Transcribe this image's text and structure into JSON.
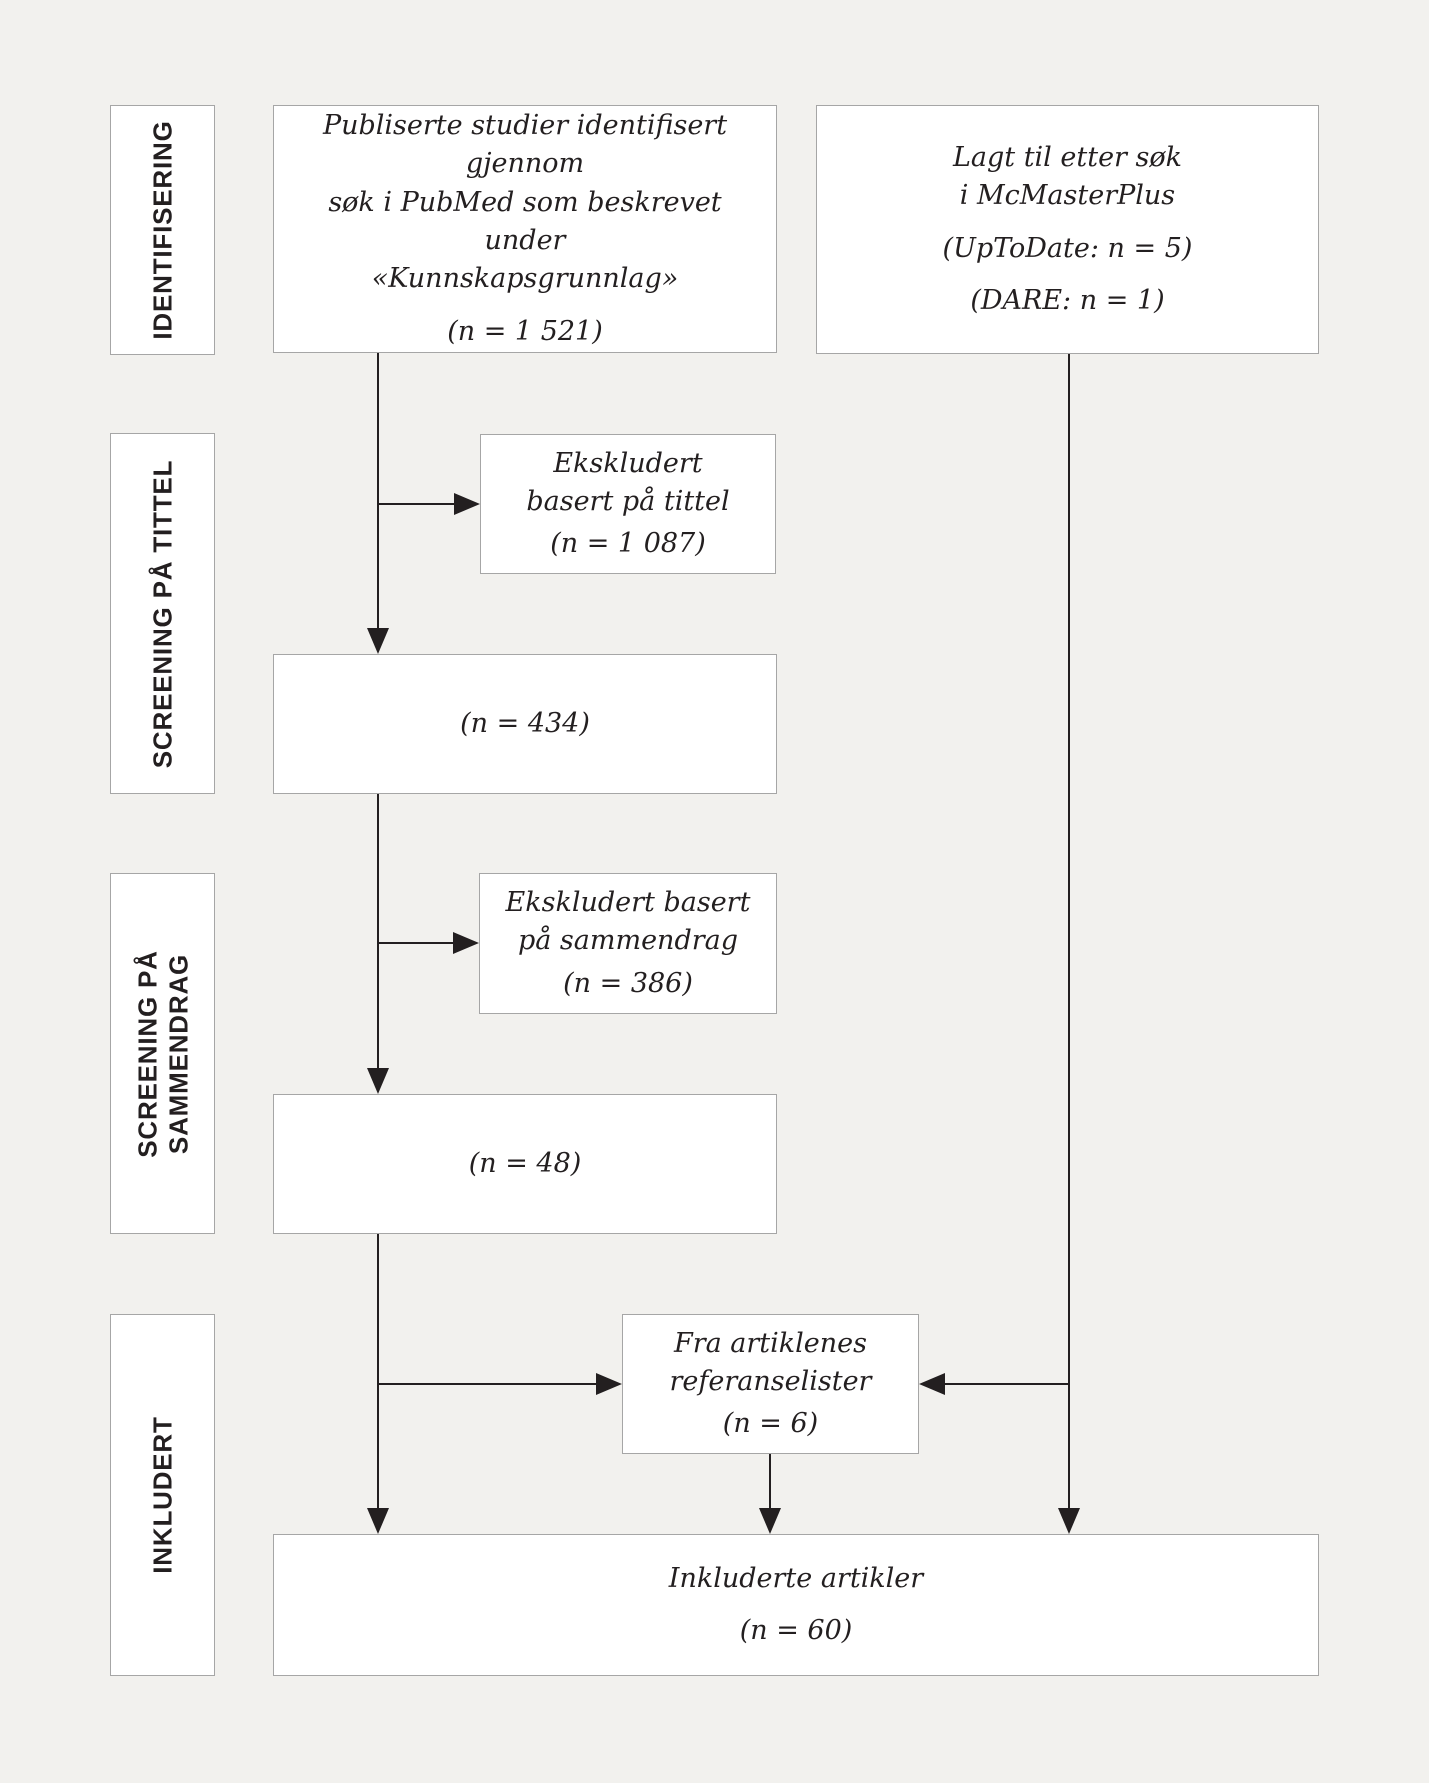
{
  "colors": {
    "background": "#f2f1ee",
    "box_bg": "#ffffff",
    "box_border": "#a6a6a6",
    "line": "#231f20",
    "text": "#231f20"
  },
  "stages": [
    {
      "id": "identifisering",
      "label": "IDENTIFISERING"
    },
    {
      "id": "screening-tittel",
      "label": "SCREENING PÅ TITTEL"
    },
    {
      "id": "screening-sammendrag",
      "label": "SCREENING PÅ\nSAMMENDRAG"
    },
    {
      "id": "inkludert",
      "label": "INKLUDERT"
    }
  ],
  "nodes": {
    "published": {
      "text": "Publiserte studier identifisert gjennom\nsøk i PubMed som beskrevet under\n«Kunnskapsgrunnlag»",
      "count": "(n = 1 521)"
    },
    "added": {
      "text": "Lagt til etter søk\ni McMasterPlus",
      "count1": "(UpToDate: n = 5)",
      "count2": "(DARE: n = 1)"
    },
    "excluded_title": {
      "text": "Ekskludert\nbasert på tittel",
      "count": "(n = 1 087)"
    },
    "after_title_screen": {
      "count": "(n = 434)"
    },
    "excluded_abstract": {
      "text": "Ekskludert basert\npå sammendrag",
      "count": "(n = 386)"
    },
    "after_abstract_screen": {
      "count": "(n = 48)"
    },
    "reference_lists": {
      "text": "Fra artiklenes\nreferanselister",
      "count": "(n = 6)"
    },
    "included": {
      "text": "Inkluderte artikler",
      "count": "(n = 60)"
    }
  }
}
